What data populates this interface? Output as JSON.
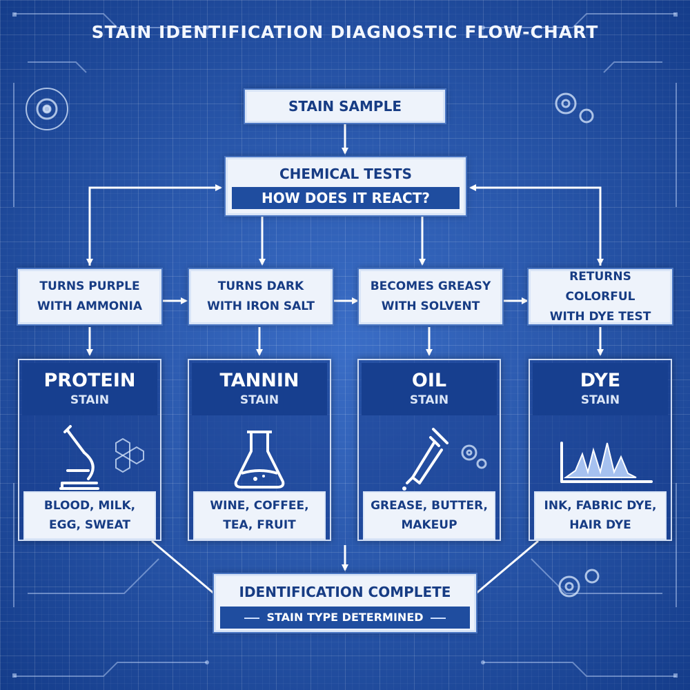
{
  "title": "STAIN IDENTIFICATION DIAGNOSTIC FLOW-CHART",
  "start_node": "STAIN SAMPLE",
  "tests_node": {
    "title": "CHEMICAL TESTS",
    "question": "HOW DOES IT REACT?"
  },
  "branches": [
    {
      "condition": [
        "TURNS PURPLE",
        "WITH AMMONIA"
      ],
      "name": "PROTEIN",
      "label": "STAIN",
      "examples": [
        "BLOOD, MILK,",
        "EGG, SWEAT"
      ],
      "icon": "microscope-icon"
    },
    {
      "condition": [
        "TURNS DARK",
        "WITH IRON SALT"
      ],
      "name": "TANNIN",
      "label": "STAIN",
      "examples": [
        "WINE, COFFEE,",
        "TEA, FRUIT"
      ],
      "icon": "flask-icon"
    },
    {
      "condition": [
        "BECOMES GREASY",
        "WITH SOLVENT"
      ],
      "name": "OIL",
      "label": "STAIN",
      "examples": [
        "GREASE, BUTTER,",
        "MAKEUP"
      ],
      "icon": "dropper-icon"
    },
    {
      "condition": [
        "RETURNS COLORFUL",
        "WITH DYE TEST"
      ],
      "name": "DYE",
      "label": "STAIN",
      "examples": [
        "INK, FABRIC DYE,",
        "HAIR DYE"
      ],
      "icon": "spectrum-chart-icon"
    }
  ],
  "final_node": {
    "title": "IDENTIFICATION COMPLETE",
    "subtitle": "STAIN TYPE DETERMINED"
  },
  "colors": {
    "background": "#2155ad",
    "box": "#eef3fb",
    "text": "#173c84",
    "header": "#173f8f",
    "line": "#ffffff"
  }
}
